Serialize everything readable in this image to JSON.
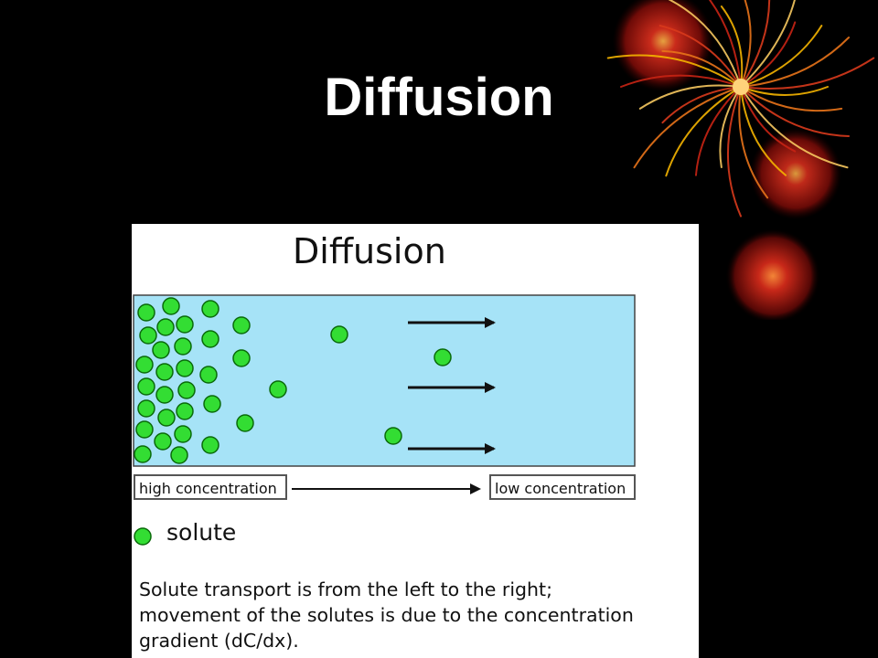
{
  "slide": {
    "title": "Diffusion"
  },
  "figure": {
    "title": "Diffusion",
    "high_label": "high concentration",
    "low_label": "low concentration",
    "legend_label": "solute",
    "caption_lines": [
      "Solute transport is from the left to the right;",
      "movement of the solutes is due to the concentration",
      "gradient (dC/dx)."
    ]
  },
  "colors": {
    "background": "#000000",
    "container": "#a6e3f7",
    "solute": "#33dd33",
    "accent_decoration": "#d0261a"
  }
}
